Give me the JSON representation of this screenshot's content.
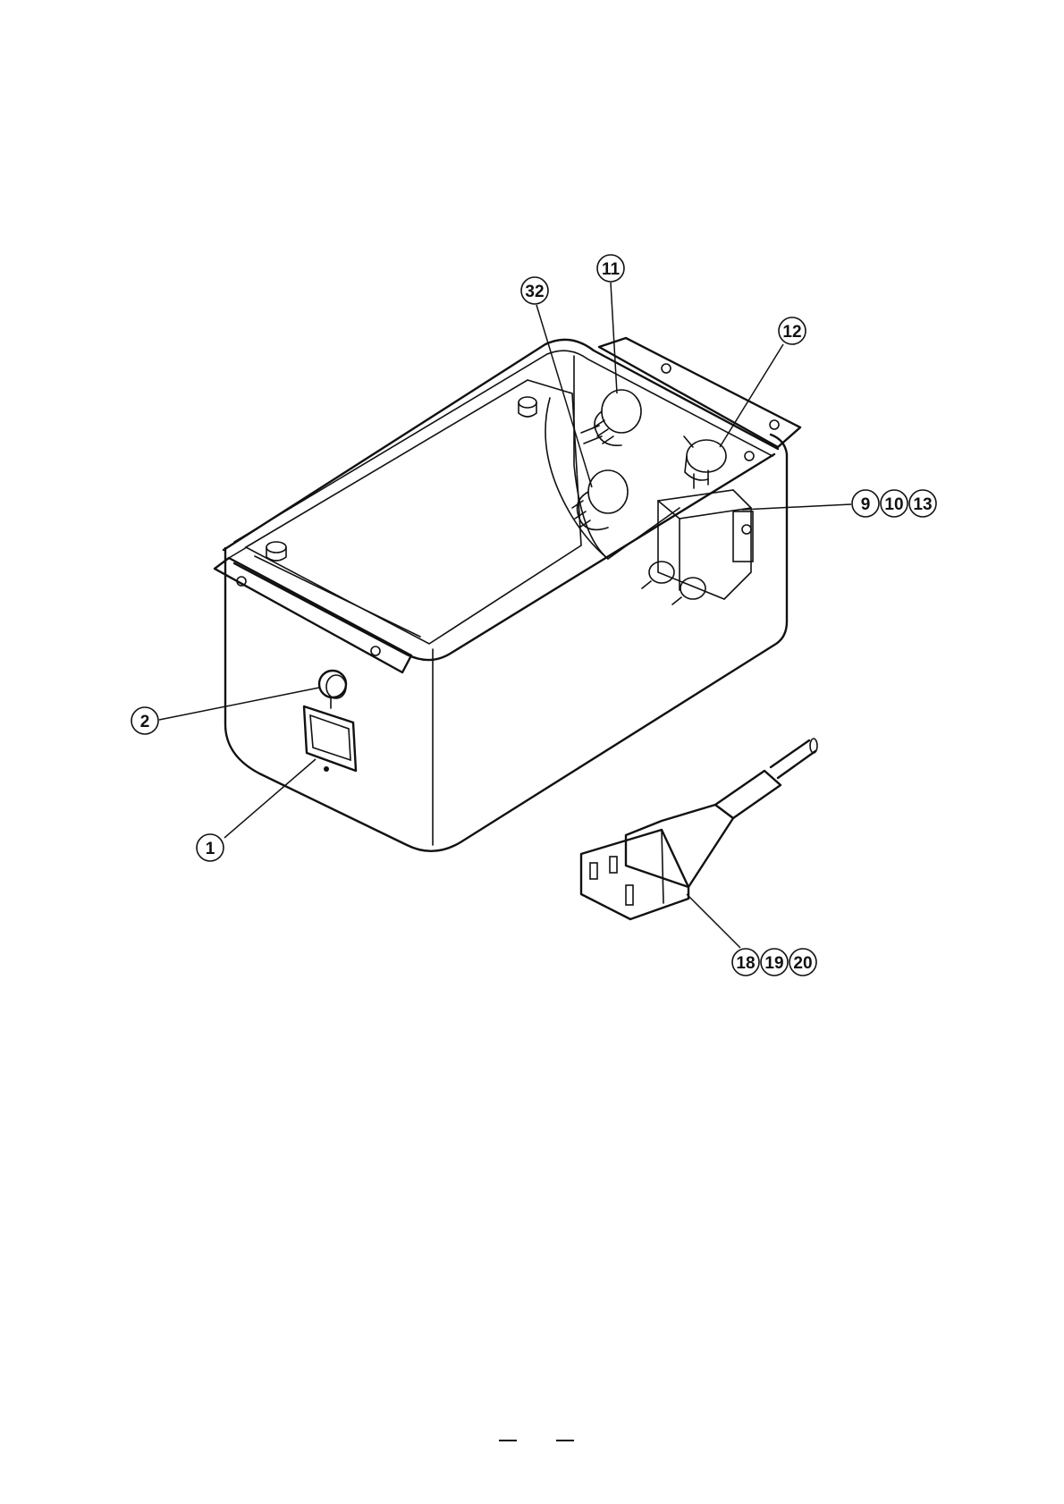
{
  "diagram": {
    "colors": {
      "ink": "#111111",
      "paper": "#ffffff"
    },
    "callouts": [
      {
        "id": "c32",
        "numbers": [
          "32"
        ]
      },
      {
        "id": "c11",
        "numbers": [
          "11"
        ]
      },
      {
        "id": "c12",
        "numbers": [
          "12"
        ]
      },
      {
        "id": "c9-10-13",
        "numbers": [
          "9",
          "10",
          "13"
        ]
      },
      {
        "id": "c2",
        "numbers": [
          "2"
        ]
      },
      {
        "id": "c1",
        "numbers": [
          "1"
        ]
      },
      {
        "id": "c18-19-20",
        "numbers": [
          "18",
          "19",
          "20"
        ]
      }
    ]
  },
  "footer": {
    "page_marks": [
      "dash-left",
      "dash-right"
    ]
  }
}
